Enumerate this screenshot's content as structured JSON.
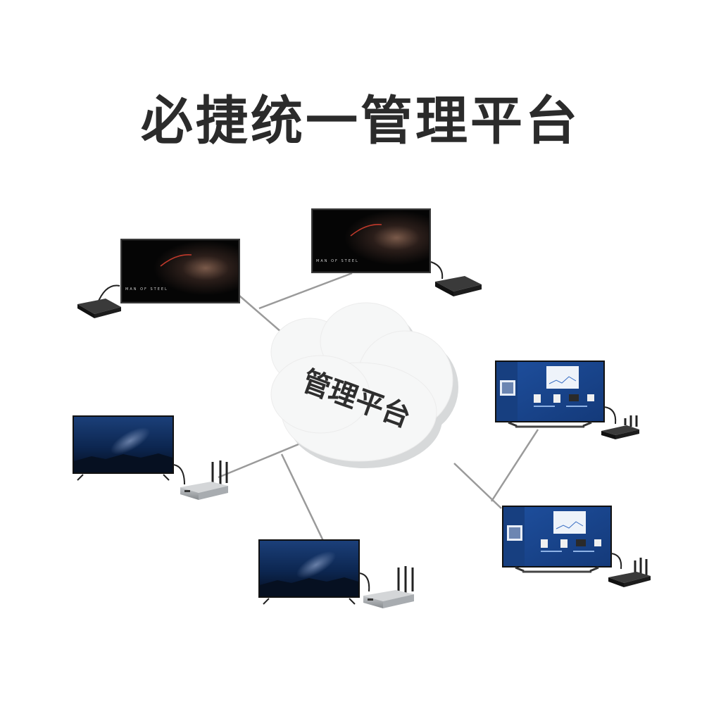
{
  "title": "必捷统一管理平台",
  "cloud": {
    "label": "管理平台"
  },
  "screens": {
    "movie_text": "MAN OF STEEL"
  },
  "colors": {
    "link": "#9a9a9a",
    "title": "#2b2b2b",
    "cloud_shadow": "#d7d9da",
    "ui_blue": "#1d4f9c",
    "box_dark": "#1c1c1c",
    "box_silver": "#9a9ea2"
  }
}
